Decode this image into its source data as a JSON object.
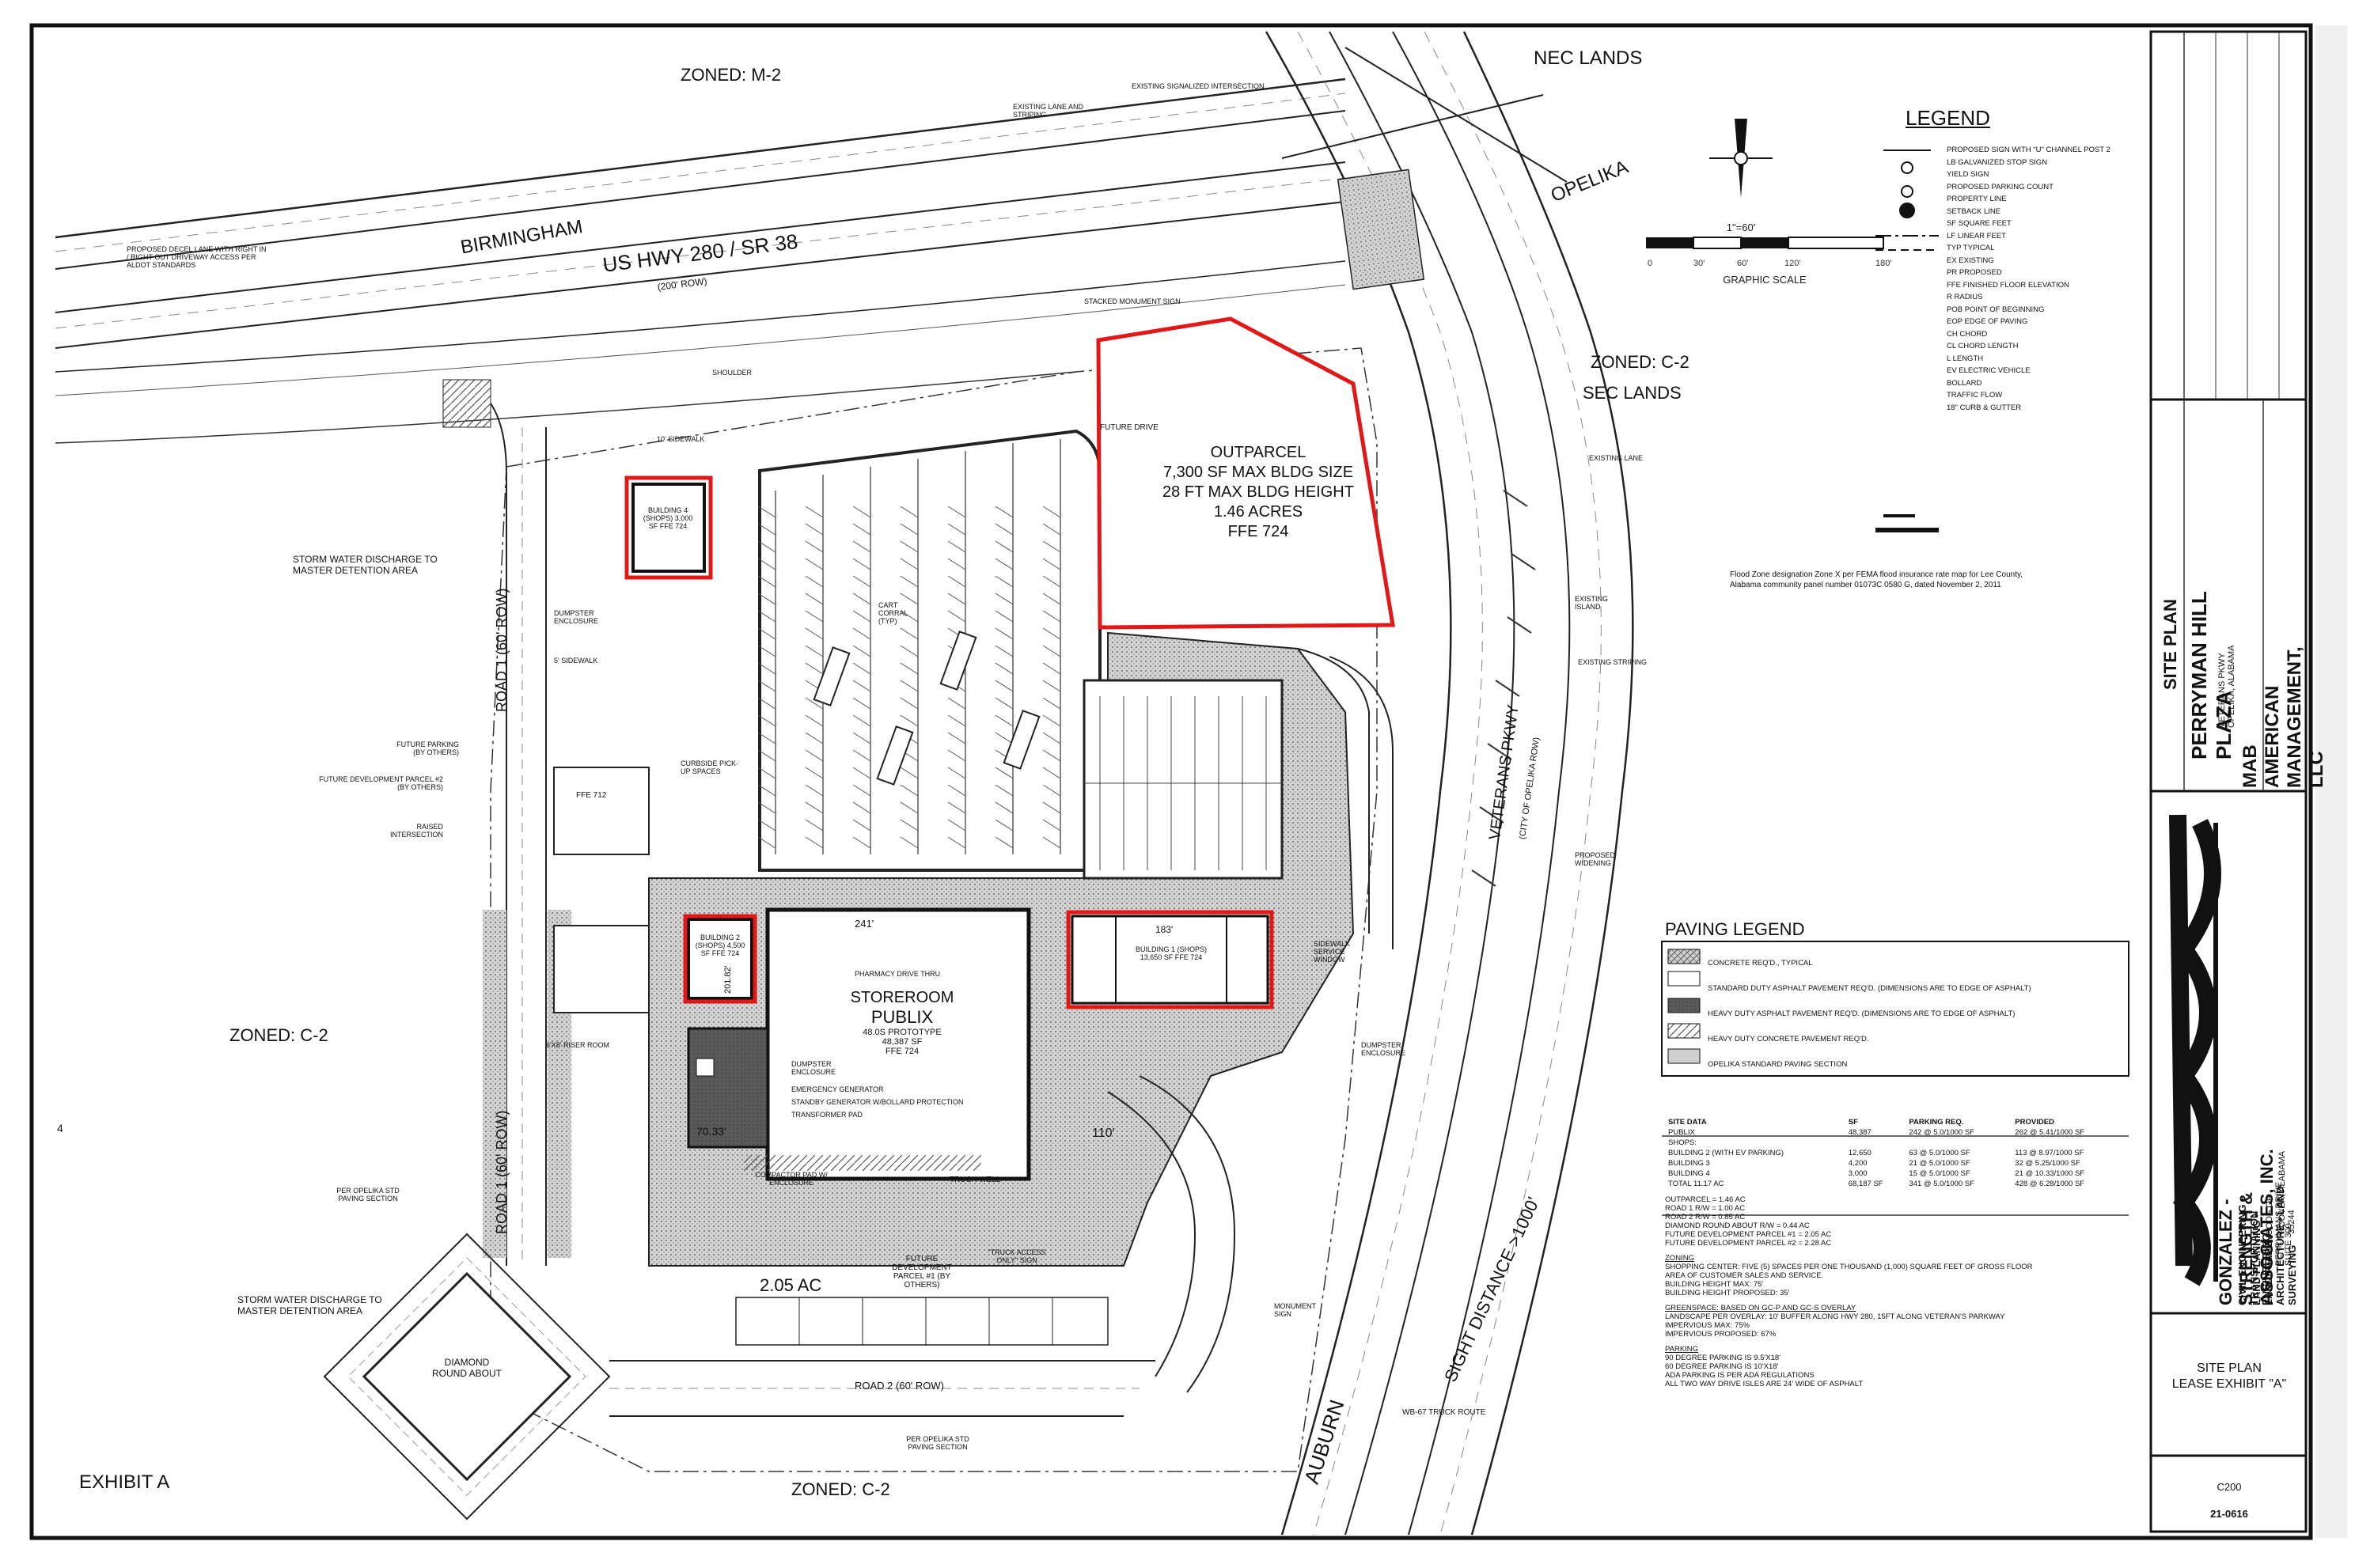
{
  "title_block": {
    "project": "PERRYMAN HILL PLAZA",
    "project_location": "VETERANS PKWY\nOPELIKA, ALABAMA",
    "client": "MAB AMERICAN MANAGEMENT, LLC",
    "sheet_title": "SITE PLAN",
    "firm_name": "GONZALEZ - STRENGTH & ASSOCIATES, INC.",
    "firm_services_1": "CIVIL ENGINEERING • TRANSPORTATION ENGINEERING",
    "firm_services_2": "LAND PLANNING • LANDSCAPE ARCHITECTURE • LAND SURVEYING",
    "firm_address": "1509 WOODS OF PERRYMANS DRIVE SUITE 300",
    "firm_city": "HOOVER, ALABAMA 35244",
    "lease_exhibit": "SITE PLAN\nLEASE EXHIBIT \"A\"",
    "drawing_no": "C200",
    "project_no": "21-0616"
  },
  "exhibit_label": "EXHIBIT A",
  "page_number": "4",
  "zones": {
    "north": "ZONED: M-2",
    "east": "ZONED: C-2",
    "west": "ZONED: C-2",
    "south": "ZONED: C-2"
  },
  "roads": {
    "highway": "US HWY 280 / SR 38",
    "highway_row": "(200' ROW)",
    "birmingham": "BIRMINGHAM",
    "opelika": "OPELIKA",
    "auburn": "AUBURN",
    "veterans": "VETERANS PKWY",
    "veterans_sub": "(CITY OF OPELIKA ROW)",
    "road1": "ROAD 1 (60' ROW)",
    "road1_lower": "ROAD 1 (60' ROW)",
    "road2": "ROAD 2 (60' ROW)",
    "nec_lands": "NEC LANDS",
    "sec_lands": "SEC LANDS",
    "sight_distance": "SIGHT DISTANCE >1000'"
  },
  "callouts": {
    "zone_m2_sub": "EXISTING LANE AND STRIPING",
    "signalized": "EXISTING SIGNALIZED INTERSECTION",
    "decel": "PROPOSED DECEL LANE WITH RIGHT IN / RIGHT OUT DRIVEWAY ACCESS PER ALDOT STANDARDS",
    "shoulder": "SHOULDER",
    "monument": "STACKED MONUMENT SIGN",
    "sidewalk10": "10' SIDEWALK",
    "future_drive": "FUTURE DRIVE",
    "storm1": "STORM WATER DISCHARGE TO MASTER DETENTION AREA",
    "storm2": "STORM WATER DISCHARGE TO MASTER DETENTION AREA",
    "dumpster1": "DUMPSTER ENCLOSURE",
    "sidewalk5": "5' SIDEWALK",
    "future_parking": "FUTURE PARKING (BY OTHERS)",
    "future_dev": "FUTURE DEVELOPMENT PARCEL #2 (BY OTHERS)",
    "raised": "RAISED INTERSECTION",
    "curbside": "CURBSIDE PICK-UP SPACES",
    "cart_corral": "CART CORRAL (TYP)",
    "existing_lane": "EXISTING LANE",
    "existing_island": "EXISTING ISLAND",
    "existing_striping": "EXISTING STRIPING",
    "proposed_widening": "PROPOSED WIDENING",
    "flood": "Flood Zone designation Zone X per FEMA flood insurance rate map for Lee County, Alabama community panel number 01073C 0580 G, dated November 2, 2011",
    "pharmacy": "PHARMACY DRIVE THRU",
    "riser": "6'X8' RISER ROOM",
    "dumpster2": "DUMPSTER ENCLOSURE",
    "emergency": "EMERGENCY GENERATOR",
    "standby": "STANDBY GENERATOR W/BOLLARD PROTECTION",
    "transformer": "TRANSFORMER PAD",
    "compactor": "COMPACTOR PAD W/ ENCLOSURE",
    "truck_well": "TRUCK WELL",
    "sidewalk_service": "SIDEWALK SERVICE WINDOW",
    "dumpster3": "DUMPSTER ENCLOSURE",
    "opelika_std": "PER OPELIKA STD PAVING SECTION",
    "opelika_std2": "PER OPELIKA STD PAVING SECTION",
    "future_dev1": "FUTURE DEVELOPMENT PARCEL #1 (BY OTHERS)",
    "truck_access": "\"TRUCK ACCESS ONLY\" SIGN",
    "monument_sign": "MONUMENT SIGN",
    "wb67": "WB-67 TRUCK ROUTE",
    "acres205": "2.05 AC",
    "dim241": "241'",
    "dim110": "110'",
    "dim7033": "70.33'",
    "dim183": "183'",
    "dim201": "201.82'"
  },
  "buildings": {
    "outparcel_l1": "OUTPARCEL",
    "outparcel_l2": "7,300 SF MAX BLDG SIZE",
    "outparcel_l3": "28 FT MAX BLDG HEIGHT",
    "outparcel_l4": "1.46 ACRES",
    "outparcel_l5": "FFE 724",
    "storeroom": "STOREROOM",
    "publix": "PUBLIX",
    "publix_sub1": "48.0S PROTOTYPE",
    "publix_sub2": "48,387 SF",
    "publix_sub3": "FFE 724",
    "bldg1": "BUILDING 1 (SHOPS) 13,650 SF FFE 724",
    "bldg2": "BUILDING 2 (SHOPS) 4,500 SF FFE 724",
    "bldg4": "BUILDING 4 (SHOPS) 3,000 SF FFE 724",
    "diamond": "DIAMOND ROUND ABOUT",
    "ffe_small": "FFE 712"
  },
  "scale": {
    "ratio": "1\"=60'",
    "ticks": [
      "0",
      "30'",
      "60'",
      "120'",
      "180'"
    ],
    "label": "GRAPHIC SCALE"
  },
  "legend": {
    "title": "LEGEND",
    "items": [
      "PROPOSED SIGN WITH \"U\" CHANNEL POST 2 LB GALVANIZED STOP SIGN",
      "YIELD SIGN",
      "PROPOSED PARKING COUNT",
      "PROPERTY LINE",
      "SETBACK LINE",
      "SF  SQUARE FEET",
      "LF  LINEAR FEET",
      "TYP  TYPICAL",
      "EX  EXISTING",
      "PR  PROPOSED",
      "FFE  FINISHED FLOOR ELEVATION",
      "R  RADIUS",
      "POB  POINT OF BEGINNING",
      "EOP  EDGE OF PAVING",
      "CH  CHORD",
      "CL  CHORD LENGTH",
      "L  LENGTH",
      "EV  ELECTRIC VEHICLE",
      "BOLLARD",
      "TRAFFIC FLOW",
      "18\" CURB & GUTTER"
    ]
  },
  "paving_legend": {
    "title": "PAVING LEGEND",
    "items": [
      "CONCRETE REQ'D., TYPICAL",
      "STANDARD DUTY ASPHALT PAVEMENT REQ'D. (DIMENSIONS ARE TO EDGE OF ASPHALT)",
      "HEAVY DUTY ASPHALT PAVEMENT REQ'D. (DIMENSIONS ARE TO EDGE OF ASPHALT)",
      "HEAVY DUTY CONCRETE PAVEMENT REQ'D.",
      "OPELIKA STANDARD PAVING SECTION"
    ]
  },
  "site_data": {
    "headers": [
      "SITE DATA",
      "SF",
      "PARKING REQ.",
      "PROVIDED"
    ],
    "rows": [
      [
        "PUBLIX",
        "48,387",
        "242 @ 5.0/1000 SF",
        "262 @ 5.41/1000 SF"
      ],
      [
        "SHOPS:",
        "",
        "",
        ""
      ],
      [
        "BUILDING 2 (WITH EV PARKING)",
        "12,650",
        "63 @ 5.0/1000 SF",
        "113 @ 8.97/1000 SF"
      ],
      [
        "BUILDING 3",
        "4,200",
        "21 @ 5.0/1000 SF",
        "32 @ 5.25/1000 SF"
      ],
      [
        "BUILDING 4",
        "3,000",
        "15 @ 5.0/1000 SF",
        "21 @ 10.33/1000 SF"
      ],
      [
        "TOTAL   11.17 AC",
        "68,187 SF",
        "341 @ 5.0/1000 SF",
        "428 @ 6.28/1000 SF"
      ]
    ],
    "notes": [
      "OUTPARCEL = 1.46 AC",
      "ROAD 1 R/W = 1.00 AC",
      "ROAD 2 R/W = 0.85 AC",
      "DIAMOND ROUND ABOUT R/W = 0.44 AC",
      "FUTURE DEVELOPMENT PARCEL #1 = 2.05 AC",
      "FUTURE DEVELOPMENT PARCEL #2 = 2.28 AC"
    ],
    "zoning_title": "ZONING",
    "zoning": [
      "SHOPPING CENTER: FIVE (5) SPACES PER ONE THOUSAND (1,000) SQUARE FEET OF GROSS FLOOR",
      "AREA OF CUSTOMER SALES AND SERVICE.",
      "BUILDING HEIGHT MAX: 75'",
      "BUILDING HEIGHT PROPOSED: 35'"
    ],
    "green_title": "GREENSPACE: BASED ON GC-P AND GC-S OVERLAY",
    "green": [
      "LANDSCAPE PER OVERLAY: 10' BUFFER ALONG HWY 280, 15FT ALONG VETERAN'S PARKWAY",
      "IMPERVIOUS MAX: 75%",
      "IMPERVIOUS PROPOSED: 67%"
    ],
    "parking_title": "PARKING",
    "parking": [
      "90 DEGREE PARKING IS 9.5'X18'",
      "60 DEGREE PARKING IS 10'X18'",
      "ADA PARKING IS PER ADA REGULATIONS",
      "ALL TWO WAY DRIVE ISLES ARE 24' WIDE OF ASPHALT"
    ]
  },
  "colors": {
    "highlight": "#e01818",
    "line": "#1a1a1a",
    "hatch": "#888888",
    "heavy": "#5a5a5a"
  }
}
